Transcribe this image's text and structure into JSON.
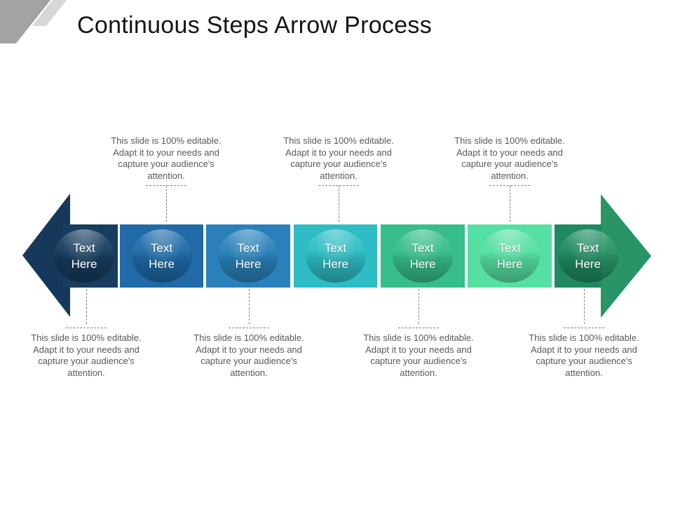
{
  "slide": {
    "title": "Continuous Steps Arrow Process",
    "steps": [
      {
        "label": "Text Here",
        "color": "#173d5f"
      },
      {
        "label": "Text Here",
        "color": "#1f6aa7"
      },
      {
        "label": "Text Here",
        "color": "#2a81ba"
      },
      {
        "label": "Text Here",
        "color": "#2ebdc4"
      },
      {
        "label": "Text Here",
        "color": "#36bd8b"
      },
      {
        "label": "Text Here",
        "color": "#56dfa3"
      },
      {
        "label": "Text Here",
        "color": "#1f8a60"
      }
    ],
    "arrows": {
      "left_color": "#16395b",
      "right_color": "#289467"
    },
    "decor": {
      "corner_dark_color": "#a3a3a3",
      "corner_light_color": "#d7d7d7"
    },
    "callouts_top": [
      {
        "text": "This slide is 100% editable. Adapt it to your needs and capture your audience's attention."
      },
      {
        "text": "This slide is 100% editable. Adapt it to your needs and capture your audience's attention."
      },
      {
        "text": "This slide is 100% editable. Adapt it to your needs and capture your audience's attention."
      }
    ],
    "callouts_bottom": [
      {
        "text": "This slide is 100% editable. Adapt it to your needs and capture your audience's attention."
      },
      {
        "text": "This slide is 100% editable. Adapt it to your needs and capture your audience's attention."
      },
      {
        "text": "This slide is 100% editable. Adapt it to your needs and capture your audience's attention."
      },
      {
        "text": "This slide is 100% editable. Adapt it to your needs and capture your audience's attention."
      }
    ]
  }
}
